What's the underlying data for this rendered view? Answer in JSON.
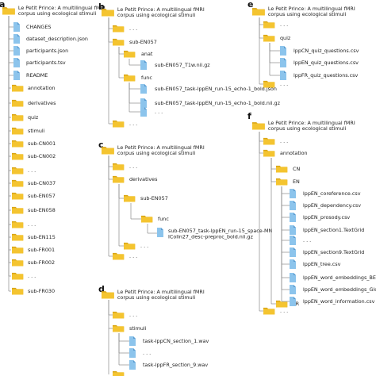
{
  "colors": {
    "folder": "#f4c430",
    "folder_dark": "#d9a514",
    "file": "#8cc4ec",
    "file_dark": "#5a9bd0",
    "line": "#8a8a8a"
  },
  "root_title_line1": "Le Petit Prince: A multilingual fMRI",
  "root_title_line2": "corpus using ecological stimuli",
  "panels": [
    {
      "label": "a",
      "items": [
        {
          "type": "file",
          "name": "CHANGES"
        },
        {
          "type": "file",
          "name": "dataset_description.json"
        },
        {
          "type": "file",
          "name": "participants.json"
        },
        {
          "type": "file",
          "name": "participants.tsv"
        },
        {
          "type": "file",
          "name": "README"
        },
        {
          "type": "folder",
          "name": "annotation"
        },
        {
          "type": "folder",
          "name": "derivatives"
        },
        {
          "type": "folder",
          "name": "quiz"
        },
        {
          "type": "folder",
          "name": "stimuli"
        },
        {
          "type": "folder",
          "name": "sub-CN001"
        },
        {
          "type": "folder",
          "name": "sub-CN002"
        },
        {
          "type": "folder",
          "name": ". . ."
        },
        {
          "type": "folder",
          "name": "sub-CN037"
        },
        {
          "type": "folder",
          "name": "sub-EN057"
        },
        {
          "type": "folder",
          "name": "sub-EN058"
        },
        {
          "type": "folder",
          "name": ". . ."
        },
        {
          "type": "folder",
          "name": "sub-EN115"
        },
        {
          "type": "folder",
          "name": "sub-FR001"
        },
        {
          "type": "folder",
          "name": "sub-FR002"
        },
        {
          "type": "folder",
          "name": ". . ."
        },
        {
          "type": "folder",
          "name": "sub-FR030"
        }
      ]
    },
    {
      "label": "b",
      "items": [
        {
          "type": "folder",
          "name": ". . ."
        },
        {
          "type": "folder",
          "name": "sub-EN057"
        },
        {
          "type": "folder",
          "name": "anat"
        },
        {
          "type": "file",
          "name": "sub-EN057_T1w.nii.gz"
        },
        {
          "type": "folder",
          "name": "func"
        },
        {
          "type": "file",
          "name": "sub-EN057_task-lppEN_run-15_echo-1_bold.json"
        },
        {
          "type": "file",
          "name": "sub-EN057_task-lppEN_run-15_echo-1_bold.nii.gz"
        },
        {
          "type": "file",
          "name": ". . ."
        },
        {
          "type": "folder",
          "name": ". . ."
        }
      ]
    },
    {
      "label": "c",
      "items": [
        {
          "type": "folder",
          "name": ". . ."
        },
        {
          "type": "folder",
          "name": "derivatives"
        },
        {
          "type": "folder",
          "name": "sub-EN057"
        },
        {
          "type": "folder",
          "name": "func"
        },
        {
          "type": "file",
          "name": "sub-EN057_task-lppEN_run-15_space-MNIColin27_desc-preproc_bold.nii.gz"
        },
        {
          "type": "folder",
          "name": ". . ."
        },
        {
          "type": "folder",
          "name": ". . ."
        }
      ]
    },
    {
      "label": "d",
      "items": [
        {
          "type": "folder",
          "name": ". . ."
        },
        {
          "type": "folder",
          "name": "stimuli"
        },
        {
          "type": "file",
          "name": "task-lppCN_section_1.wav"
        },
        {
          "type": "file",
          "name": ". . ."
        },
        {
          "type": "file",
          "name": "task-lppFR_section_9.wav"
        }
      ]
    },
    {
      "label": "e",
      "items": [
        {
          "type": "folder",
          "name": ". . ."
        },
        {
          "type": "folder",
          "name": "quiz"
        },
        {
          "type": "file",
          "name": "lppCN_quiz_questions.csv"
        },
        {
          "type": "file",
          "name": "lppEN_quiz_questions.csv"
        },
        {
          "type": "file",
          "name": "lppFR_quiz_questions.csv"
        },
        {
          "type": "folder",
          "name": ". . ."
        }
      ]
    },
    {
      "label": "f",
      "items": [
        {
          "type": "folder",
          "name": ". . ."
        },
        {
          "type": "folder",
          "name": "annotation"
        },
        {
          "type": "folder",
          "name": "CN"
        },
        {
          "type": "folder",
          "name": "EN"
        },
        {
          "type": "file",
          "name": "lppEN_coreference.csv"
        },
        {
          "type": "file",
          "name": "lppEN_dependency.csv"
        },
        {
          "type": "file",
          "name": "lppEN_prosody.csv"
        },
        {
          "type": "file",
          "name": "lppEN_section1.TextGrid"
        },
        {
          "type": "file",
          "name": ". . ."
        },
        {
          "type": "file",
          "name": "lppEN_section9.TextGrid"
        },
        {
          "type": "file",
          "name": "lppEN_tree.csv"
        },
        {
          "type": "file",
          "name": "lppEN_word_embeddings_BERT.csv"
        },
        {
          "type": "file",
          "name": "lppEN_word_embeddings_GloVe.csv"
        },
        {
          "type": "file",
          "name": "lppEN_word_information.csv"
        },
        {
          "type": "folder",
          "name": "FR"
        },
        {
          "type": "folder",
          "name": ". . ."
        }
      ]
    }
  ]
}
